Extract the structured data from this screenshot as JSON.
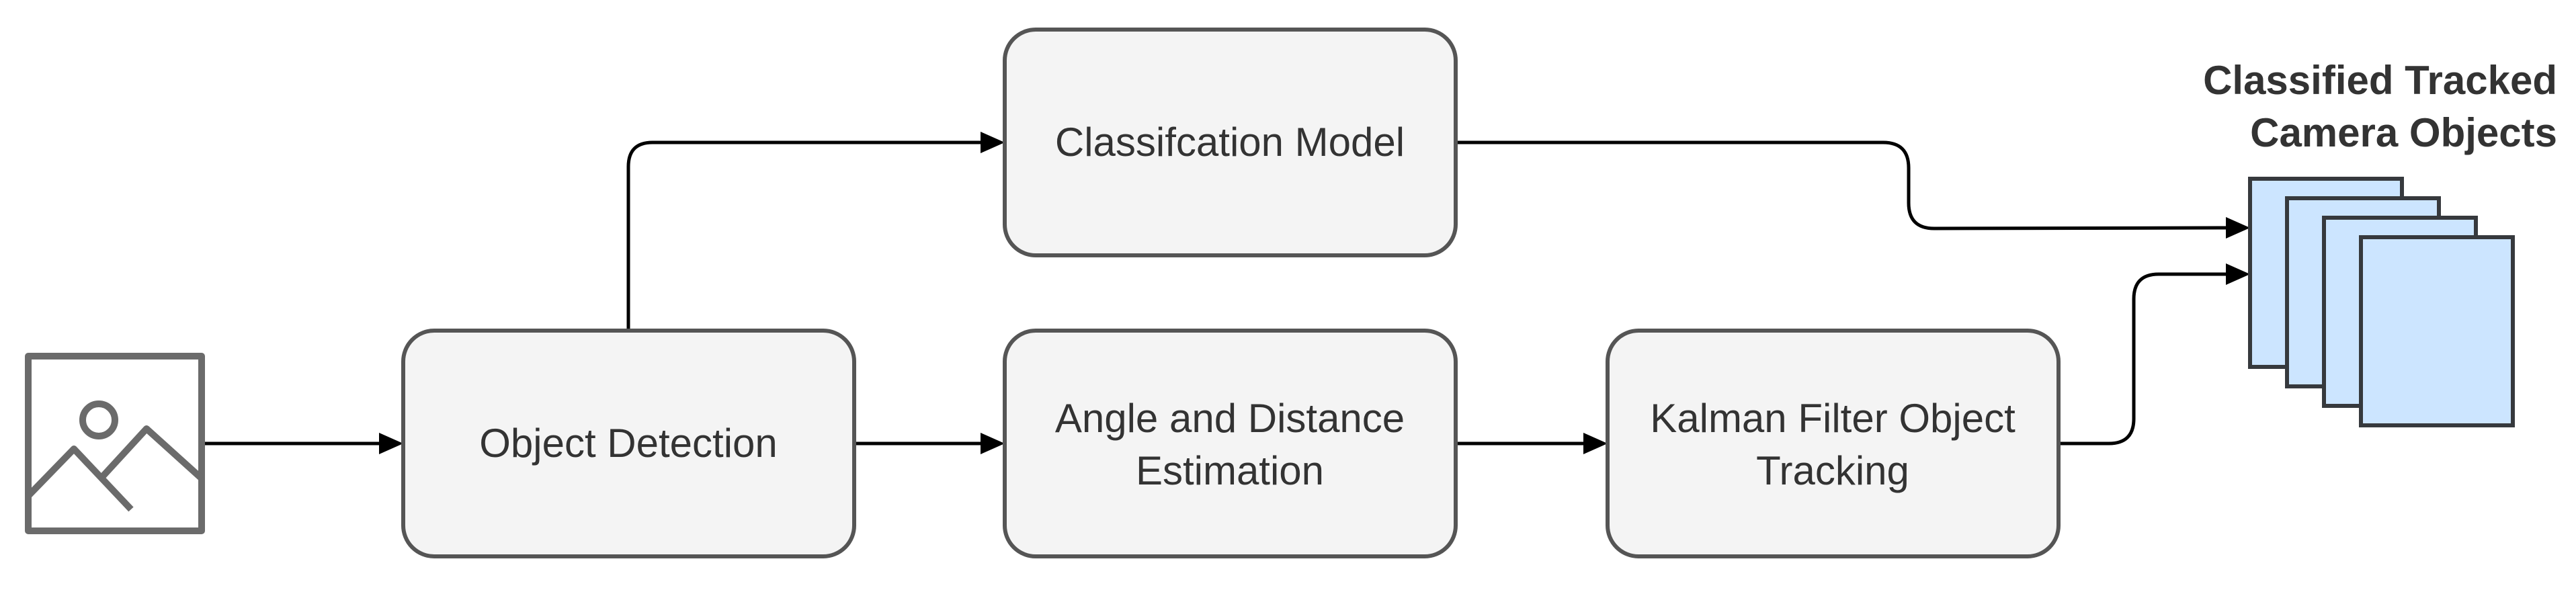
{
  "nodes": {
    "object_detection": "Object Detection",
    "classification_model": "Classifcation Model",
    "angle_distance": [
      "Angle and Distance",
      "Estimation"
    ],
    "kalman_tracking": [
      "Kalman Filter Object",
      "Tracking"
    ]
  },
  "output": {
    "title": [
      "Classified Tracked",
      "Camera Objects"
    ],
    "icon": "stacked-documents-icon",
    "color": "#cce5ff"
  },
  "input": {
    "icon": "image-icon"
  },
  "colors": {
    "box_fill": "#f4f4f4",
    "box_stroke": "#555555",
    "text": "#333333",
    "arrow": "#000000"
  }
}
